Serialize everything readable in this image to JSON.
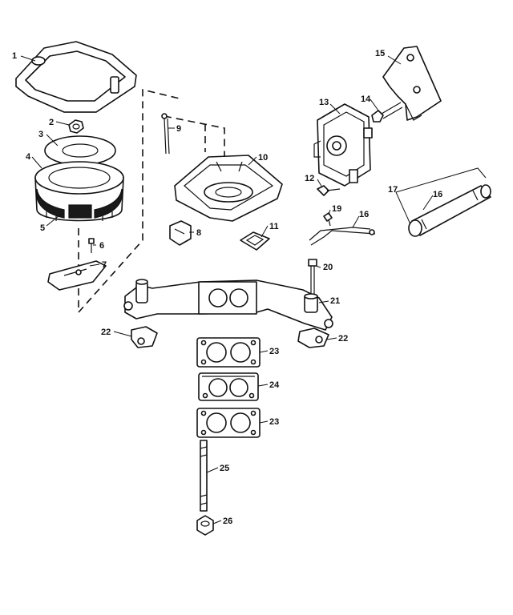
{
  "callouts": [
    {
      "id": "c1",
      "text": "1"
    },
    {
      "id": "c2",
      "text": "2"
    },
    {
      "id": "c3",
      "text": "3"
    },
    {
      "id": "c4",
      "text": "4"
    },
    {
      "id": "c5",
      "text": "5"
    },
    {
      "id": "c6",
      "text": "6"
    },
    {
      "id": "c7",
      "text": "7"
    },
    {
      "id": "c8",
      "text": "8"
    },
    {
      "id": "c9",
      "text": "9"
    },
    {
      "id": "c10",
      "text": "10"
    },
    {
      "id": "c11",
      "text": "11"
    },
    {
      "id": "c12",
      "text": "12"
    },
    {
      "id": "c13",
      "text": "13"
    },
    {
      "id": "c14",
      "text": "14"
    },
    {
      "id": "c15",
      "text": "15"
    },
    {
      "id": "c16a",
      "text": "16"
    },
    {
      "id": "c16b",
      "text": "16"
    },
    {
      "id": "c17",
      "text": "17"
    },
    {
      "id": "c19",
      "text": "19"
    },
    {
      "id": "c20",
      "text": "20"
    },
    {
      "id": "c21",
      "text": "21"
    },
    {
      "id": "c22a",
      "text": "22"
    },
    {
      "id": "c22b",
      "text": "22"
    },
    {
      "id": "c23a",
      "text": "23"
    },
    {
      "id": "c24",
      "text": "24"
    },
    {
      "id": "c23b",
      "text": "23"
    },
    {
      "id": "c25",
      "text": "25"
    },
    {
      "id": "c26",
      "text": "26"
    }
  ]
}
